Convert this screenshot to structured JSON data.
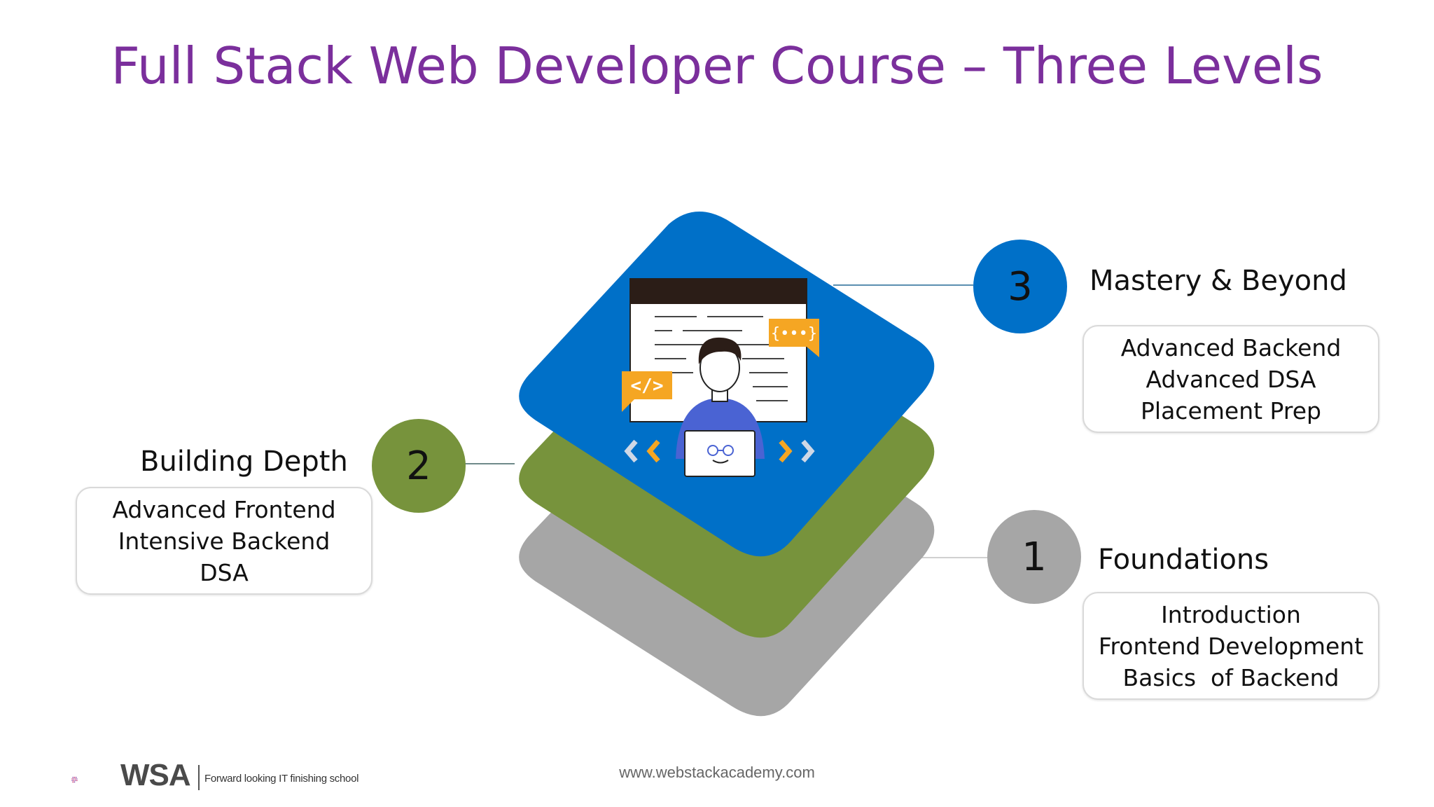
{
  "title": "Full Stack Web Developer Course – Three Levels",
  "levels": [
    {
      "number": "3",
      "name": "Mastery & Beyond",
      "color": "#0070c8",
      "items": [
        "Advanced Backend",
        "Advanced DSA",
        "Placement Prep"
      ]
    },
    {
      "number": "2",
      "name": "Building Depth",
      "color": "#77933c",
      "items": [
        "Advanced Frontend",
        "Intensive Backend",
        "DSA"
      ]
    },
    {
      "number": "1",
      "name": "Foundations",
      "color": "#a6a6a6",
      "items": [
        "Introduction",
        "Frontend Development",
        "Basics  of Backend"
      ]
    }
  ],
  "illustration": {
    "code_badge": "</>",
    "braces_badge": "{•••}",
    "icons": [
      "browser-window-icon",
      "developer-person-icon",
      "laptop-icon",
      "code-tag-icon",
      "curly-braces-icon",
      "chevron-left-icon",
      "chevron-right-icon"
    ]
  },
  "footer": {
    "url": "www.webstackacademy.com",
    "logo_text": "WSA",
    "tagline": "Forward looking IT finishing school",
    "logo_dot_colors": [
      "#7b2f9c",
      "#c2185b"
    ]
  }
}
